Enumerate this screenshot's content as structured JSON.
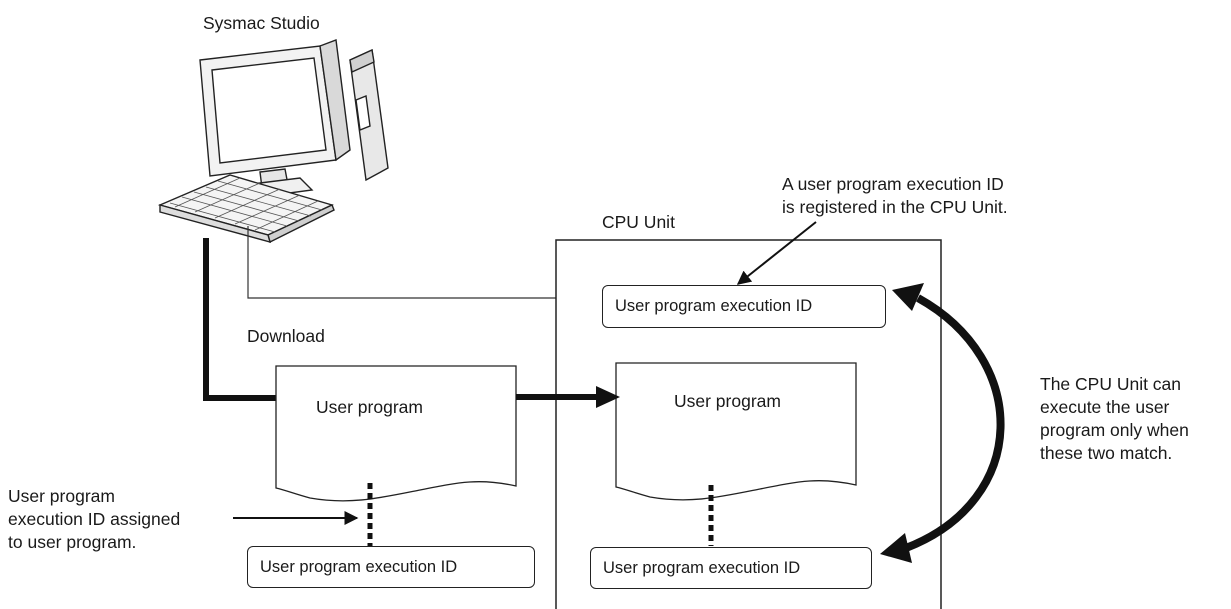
{
  "pc_label": "Sysmac Studio",
  "cpu_unit_label": "CPU Unit",
  "download_label": "Download",
  "registered_note": [
    "A user program execution ID",
    "is registered in the CPU Unit."
  ],
  "match_note": [
    "The CPU Unit can",
    "execute the user",
    "program only when",
    "these two match."
  ],
  "assigned_note": [
    "User program",
    "execution ID assigned",
    "to user program."
  ],
  "pc_program": {
    "doc_label": "User program",
    "id_label": "User program execution ID"
  },
  "cpu_program": {
    "doc_label": "User program",
    "id_label": "User program execution ID"
  },
  "cpu_registered_id": "User program execution ID"
}
